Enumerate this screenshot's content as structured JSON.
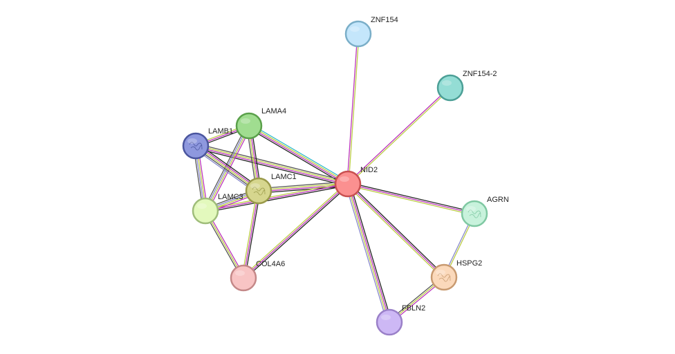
{
  "colors": {
    "experimental": "#222222",
    "database": "#bb33bb",
    "textmining": "#bbcc44",
    "coexpression": "#555555",
    "homology": "#8888cc",
    "cooccurrence": "#33bbcc"
  },
  "nodes": [
    {
      "id": "ZNF154",
      "label": "ZNF154",
      "fill": "#c4e6fb",
      "stroke": "#7aaec8",
      "icon": "none"
    },
    {
      "id": "ZNF154-2",
      "label": "ZNF154-2",
      "fill": "#94ddd5",
      "stroke": "#4b9f96",
      "icon": "none"
    },
    {
      "id": "LAMA4",
      "label": "LAMA4",
      "fill": "#a0dd90",
      "stroke": "#5aa04a",
      "icon": "none"
    },
    {
      "id": "LAMB1",
      "label": "LAMB1",
      "fill": "#8e98de",
      "stroke": "#4a559e",
      "icon": "protein-structure-icon"
    },
    {
      "id": "NID2",
      "label": "NID2",
      "fill": "#fb9090",
      "stroke": "#c85050",
      "icon": "none"
    },
    {
      "id": "LAMC1",
      "label": "LAMC1",
      "fill": "#d6d68e",
      "stroke": "#9a9a4a",
      "icon": "protein-structure-icon"
    },
    {
      "id": "LAMC3",
      "label": "LAMC3",
      "fill": "#e3f9bd",
      "stroke": "#9fbd7a",
      "icon": "none"
    },
    {
      "id": "AGRN",
      "label": "AGRN",
      "fill": "#c8f2dc",
      "stroke": "#7fc8a2",
      "icon": "protein-structure-icon"
    },
    {
      "id": "HSPG2",
      "label": "HSPG2",
      "fill": "#fbd9bb",
      "stroke": "#c89a70",
      "icon": "protein-structure-icon"
    },
    {
      "id": "COL4A6",
      "label": "COL4A6",
      "fill": "#f8c4c4",
      "stroke": "#c48888",
      "icon": "none"
    },
    {
      "id": "FBLN2",
      "label": "FBLN2",
      "fill": "#cdb8f5",
      "stroke": "#9a80c8",
      "icon": "none"
    }
  ],
  "edges": [
    {
      "source": "NID2",
      "target": "ZNF154",
      "evidence": [
        "database",
        "textmining"
      ]
    },
    {
      "source": "NID2",
      "target": "ZNF154-2",
      "evidence": [
        "database",
        "textmining"
      ]
    },
    {
      "source": "NID2",
      "target": "LAMA4",
      "evidence": [
        "experimental",
        "database",
        "textmining",
        "cooccurrence"
      ]
    },
    {
      "source": "NID2",
      "target": "LAMB1",
      "evidence": [
        "experimental",
        "database",
        "textmining",
        "coexpression"
      ]
    },
    {
      "source": "NID2",
      "target": "LAMC1",
      "evidence": [
        "experimental",
        "database",
        "textmining",
        "coexpression"
      ]
    },
    {
      "source": "NID2",
      "target": "LAMC3",
      "evidence": [
        "experimental",
        "database",
        "textmining"
      ]
    },
    {
      "source": "NID2",
      "target": "AGRN",
      "evidence": [
        "experimental",
        "database",
        "textmining"
      ]
    },
    {
      "source": "NID2",
      "target": "HSPG2",
      "evidence": [
        "experimental",
        "database",
        "textmining"
      ]
    },
    {
      "source": "NID2",
      "target": "COL4A6",
      "evidence": [
        "experimental",
        "database",
        "textmining"
      ]
    },
    {
      "source": "NID2",
      "target": "FBLN2",
      "evidence": [
        "experimental",
        "database",
        "textmining",
        "homology"
      ]
    },
    {
      "source": "LAMA4",
      "target": "LAMB1",
      "evidence": [
        "experimental",
        "database",
        "textmining"
      ]
    },
    {
      "source": "LAMA4",
      "target": "LAMC1",
      "evidence": [
        "experimental",
        "database",
        "textmining",
        "coexpression"
      ]
    },
    {
      "source": "LAMA4",
      "target": "LAMC3",
      "evidence": [
        "database",
        "textmining",
        "homology",
        "coexpression"
      ]
    },
    {
      "source": "LAMB1",
      "target": "LAMC1",
      "evidence": [
        "experimental",
        "database",
        "textmining",
        "coexpression",
        "homology"
      ]
    },
    {
      "source": "LAMB1",
      "target": "LAMC3",
      "evidence": [
        "database",
        "textmining",
        "homology",
        "coexpression"
      ]
    },
    {
      "source": "LAMC1",
      "target": "LAMC3",
      "evidence": [
        "database",
        "textmining",
        "homology",
        "coexpression"
      ]
    },
    {
      "source": "LAMC1",
      "target": "COL4A6",
      "evidence": [
        "experimental",
        "database",
        "textmining"
      ]
    },
    {
      "source": "LAMC3",
      "target": "COL4A6",
      "evidence": [
        "database",
        "textmining",
        "coexpression"
      ]
    },
    {
      "source": "AGRN",
      "target": "HSPG2",
      "evidence": [
        "textmining",
        "homology"
      ]
    },
    {
      "source": "HSPG2",
      "target": "FBLN2",
      "evidence": [
        "database",
        "textmining",
        "coexpression"
      ]
    }
  ]
}
